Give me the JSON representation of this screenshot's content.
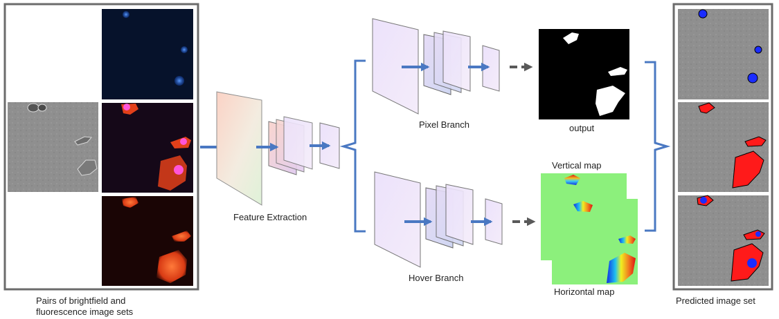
{
  "labels": {
    "input_caption_line1": "Pairs of brightfield and",
    "input_caption_line2": "fluorescence image sets",
    "feature_extraction": "Feature Extraction",
    "pixel_branch": "Pixel Branch",
    "hover_branch": "Hover Branch",
    "output": "output",
    "vertical_map": "Vertical map",
    "horizontal_map": "Horizontal map",
    "predicted_image_set": "Predicted image set"
  },
  "colors": {
    "arrow_blue": "#4a78c2",
    "dashed_arrow_gray": "#595959",
    "frame_gray": "#6b6b6b",
    "brightfield_gray": "#8e8e8e",
    "dapi_blue": "#06122b",
    "dapi_nucleus": "#2f6ff0",
    "red_channel_bg": "#1a0505",
    "red_cell": "#e2401a",
    "merge_bg": "#150818",
    "merge_nucleus": "#ff55d8",
    "hover_green": "#8cf07c",
    "mask_white": "#ffffff",
    "mask_black": "#000000",
    "pred_cell_red": "#ff1a1a",
    "pred_nucleus_blue": "#1a2cff"
  }
}
